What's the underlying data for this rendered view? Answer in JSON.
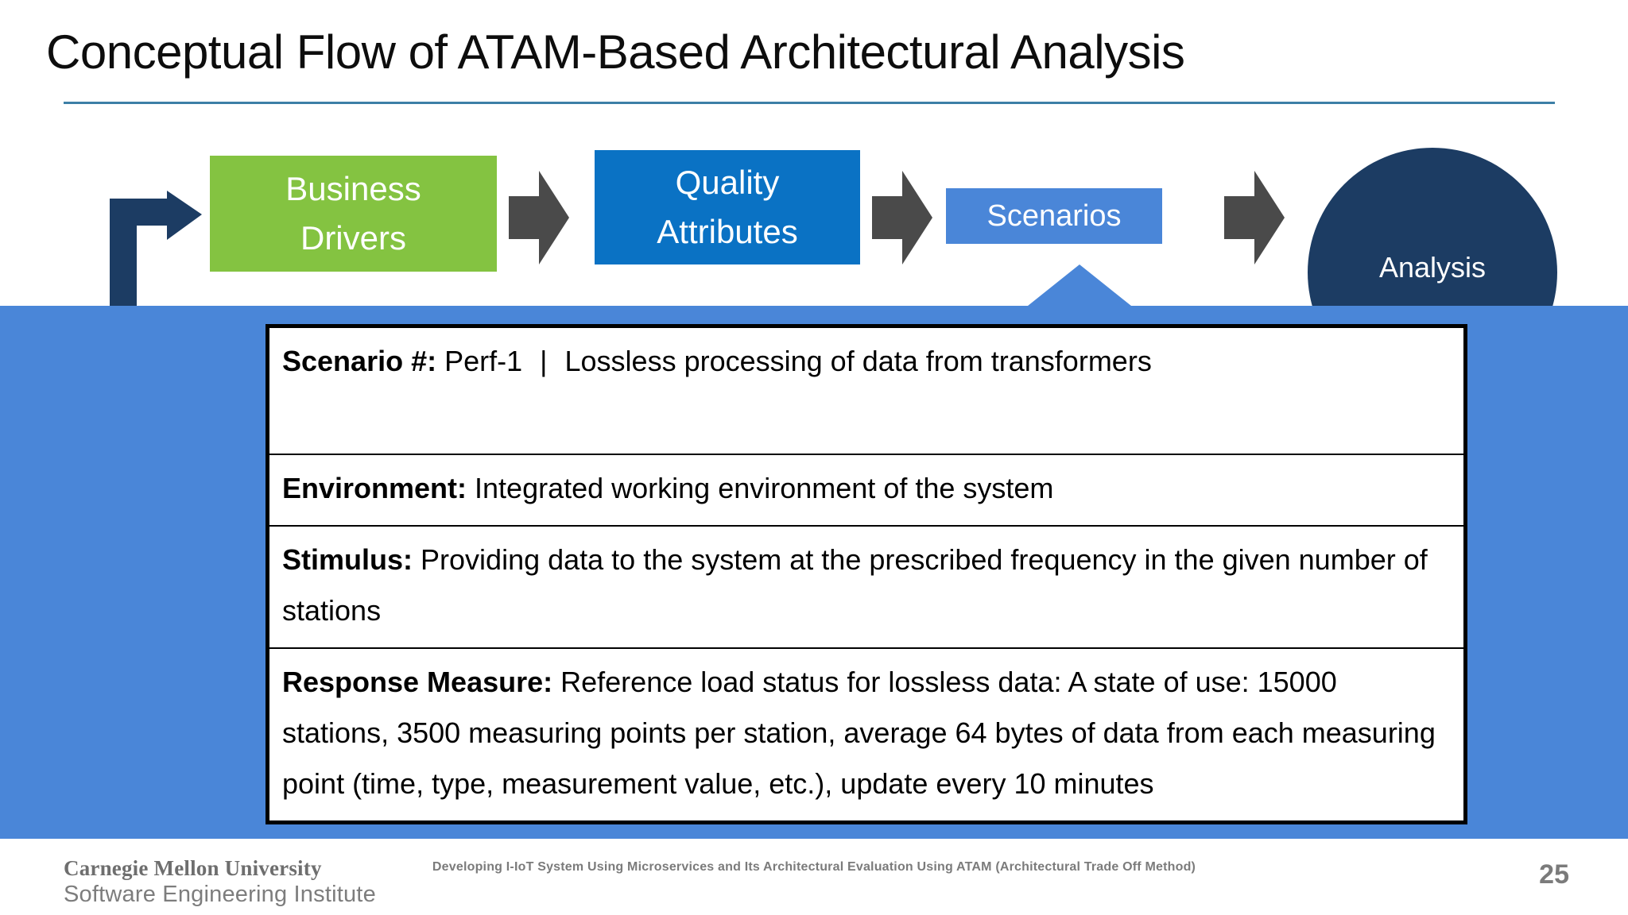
{
  "slide": {
    "title": "Conceptual Flow of ATAM-Based Architectural Analysis",
    "page_number": "25",
    "accent_rule_color": "#3d7fa6",
    "overlay_color": "#4a86d8"
  },
  "flow": {
    "business_drivers": {
      "label": "Business\nDrivers",
      "line1": "Business",
      "line2": "Drivers",
      "color": "#84c341"
    },
    "quality_attributes": {
      "line1": "Quality",
      "line2": "Attributes",
      "color": "#0a72c4"
    },
    "scenarios": {
      "label": "Scenarios",
      "color": "#4a86d8"
    },
    "analysis": {
      "label": "Analysis",
      "color": "#1c3c63"
    },
    "arrow_color": "#4a4a4a",
    "elbow_arrow_color": "#1c3c63"
  },
  "scenario_table": {
    "rows": [
      {
        "label": "Scenario #:",
        "value": "Perf-1",
        "separator": "|",
        "description": "Lossless processing of data from transformers"
      },
      {
        "label": "Environment:",
        "value": "Integrated working environment of the system"
      },
      {
        "label": "Stimulus:",
        "value": "Providing data to the system at the prescribed frequency in the given number of stations"
      },
      {
        "label": "Response Measure:",
        "value": "Reference load status for lossless data: A state of use: 15000 stations, 3500 measuring points per station, average 64 bytes of data from each measuring point (time, type, measurement value, etc.), update every 10 minutes"
      }
    ]
  },
  "footer": {
    "logo_line1": "Carnegie Mellon University",
    "logo_line2": "Software Engineering Institute",
    "citation": "Developing I-IoT System Using Microservices and Its Architectural Evaluation Using ATAM (Architectural Trade Off Method)"
  }
}
